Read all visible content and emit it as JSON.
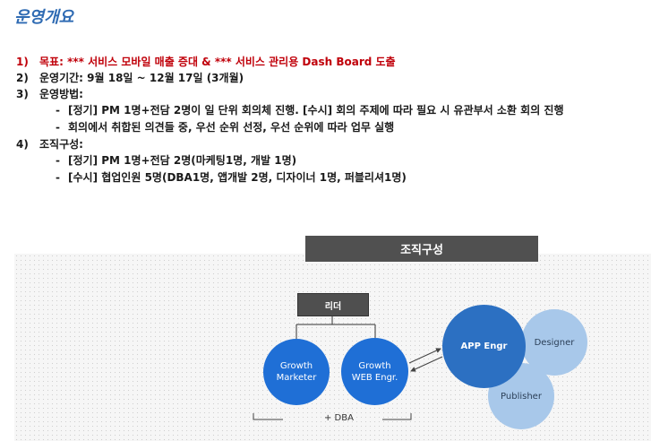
{
  "page_title": "운영개요",
  "items": [
    {
      "num": "1)",
      "label": "목표:",
      "text": " *** 서비스 모바일 매출 증대 & *** 서비스 관리용 Dash Board 도출",
      "highlight": true
    },
    {
      "num": "2)",
      "label": "운영기간:",
      "text": " 9월 18일 ~ 12월 17일 (3개월)"
    },
    {
      "num": "3)",
      "label": "운영방법:",
      "text": ""
    },
    {
      "num": "4)",
      "label": "조직구성:",
      "text": ""
    }
  ],
  "method_bullets": [
    "[정기] PM 1명+전담 2명이 일 단위 회의체 진행. [수시] 회의 주제에 따라 필요 시 유관부서 소환 회의 진행",
    "회의에서 취합된 의견들 중, 우선 순위 선정, 우선 순위에 따라 업무 실행"
  ],
  "org_bullets": [
    "[정기] PM 1명+전담 2명(마케팅1명, 개발 1명)",
    "[수시] 협업인원 5명(DBA1명, 앱개발 2명, 디자이너 1명, 퍼블리셔1명)"
  ],
  "bullet_dash": "-",
  "diagram": {
    "header": "조직구성",
    "leader": "리더",
    "growth_marketer": "Growth\nMarketer",
    "growth_web": "Growth\nWEB Engr.",
    "app_engr": "APP Engr",
    "designer": "Designer",
    "publisher": "Publisher",
    "dba": "+ DBA"
  },
  "colors": {
    "title": "#2f6bb3",
    "highlight": "#c0000a",
    "header_bg": "#505050",
    "blue_circle": "#1f6fd6",
    "light_circle": "#a8c8ea"
  }
}
